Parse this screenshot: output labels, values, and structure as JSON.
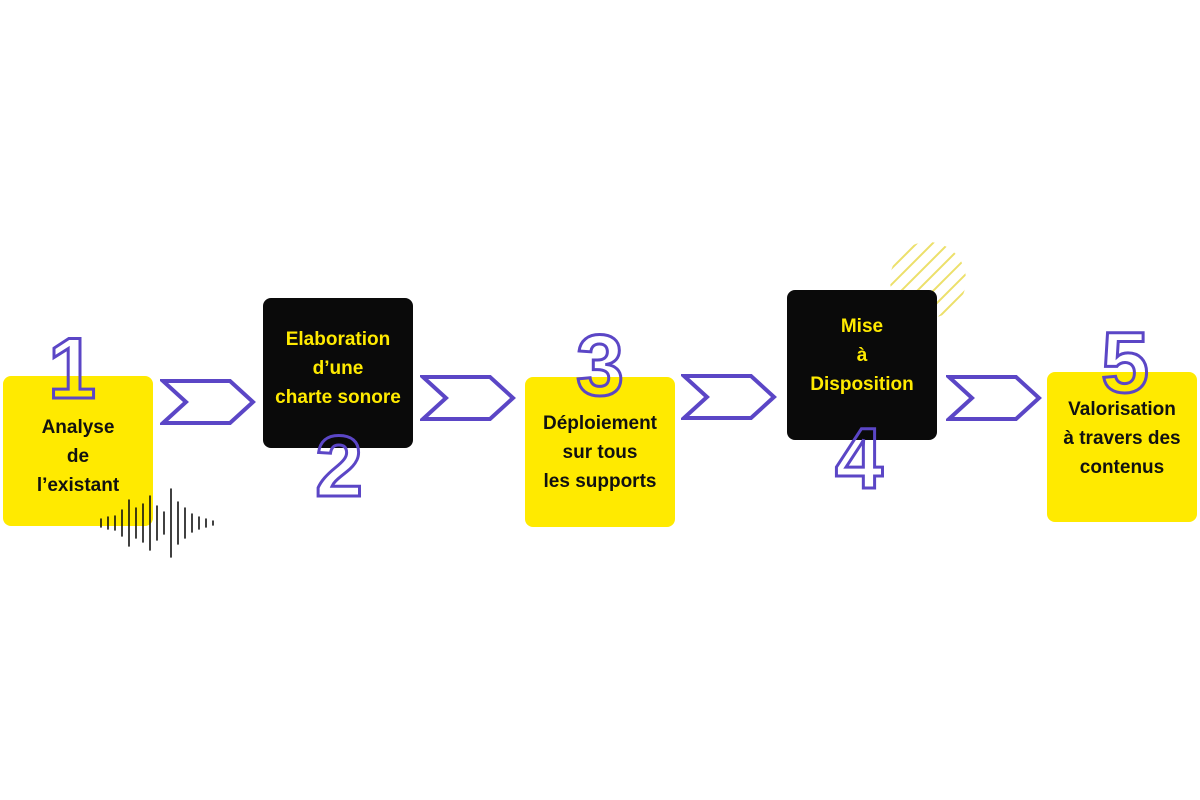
{
  "steps": [
    {
      "number": "1",
      "label": "Analyse\nde\nl’existant",
      "style": "yellow"
    },
    {
      "number": "2",
      "label": "Elaboration\nd’une\ncharte sonore",
      "style": "black"
    },
    {
      "number": "3",
      "label": "Déploiement\nsur tous\nles supports",
      "style": "yellow"
    },
    {
      "number": "4",
      "label": "Mise\nà\nDisposition",
      "style": "black"
    },
    {
      "number": "5",
      "label": "Valorisation\nà travers des\ncontenus",
      "style": "yellow"
    }
  ],
  "colors": {
    "yellow": "#ffea00",
    "black": "#0a0a0a",
    "purple": "#5b46c6"
  },
  "icons": [
    "chevron-arrow-icon",
    "sound-wave-icon",
    "striped-circle-icon"
  ]
}
